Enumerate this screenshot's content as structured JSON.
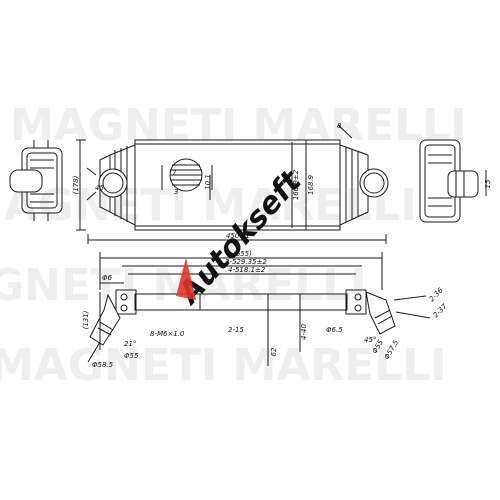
{
  "drawing": {
    "top_view": {
      "labels": {
        "height_178": "(178)",
        "angle_45": "45",
        "seven": "7",
        "three": "3",
        "ten_one": "10.1",
        "core_h_a": "160.9±2",
        "core_h_b": "168.9",
        "top_8": "8",
        "width_450": "450±1"
      }
    },
    "right_view": {
      "labels": {
        "fifteen": "15"
      }
    },
    "bottom_view": {
      "labels": {
        "paren_655": "(655)",
        "w_529": "2-529.35±2",
        "w_518": "4-518.1±2",
        "phi6": "Φ6",
        "height_131": "(131)",
        "bolt": "8-M6×1.0",
        "two_15": "2-15",
        "angle_21": "21°",
        "phi55_left": "Φ55",
        "phi585": "Φ58.5",
        "h62": "62",
        "four_40": "4-40",
        "phi65": "Φ6.5",
        "two_36": "2-36",
        "two_37": "2-37",
        "angle45b": "45°",
        "phi55_right": "Φ55",
        "phi575": "Φ57.5"
      }
    }
  },
  "watermarks": {
    "brand_word": "MAGNETI MARELLI",
    "brand_overlay": "Autokseft"
  },
  "colors": {
    "line": "#1a1a1a",
    "watermark": "#eeeeee",
    "overlay_red": "#e0352b",
    "overlay_navy": "#1c2a55"
  }
}
